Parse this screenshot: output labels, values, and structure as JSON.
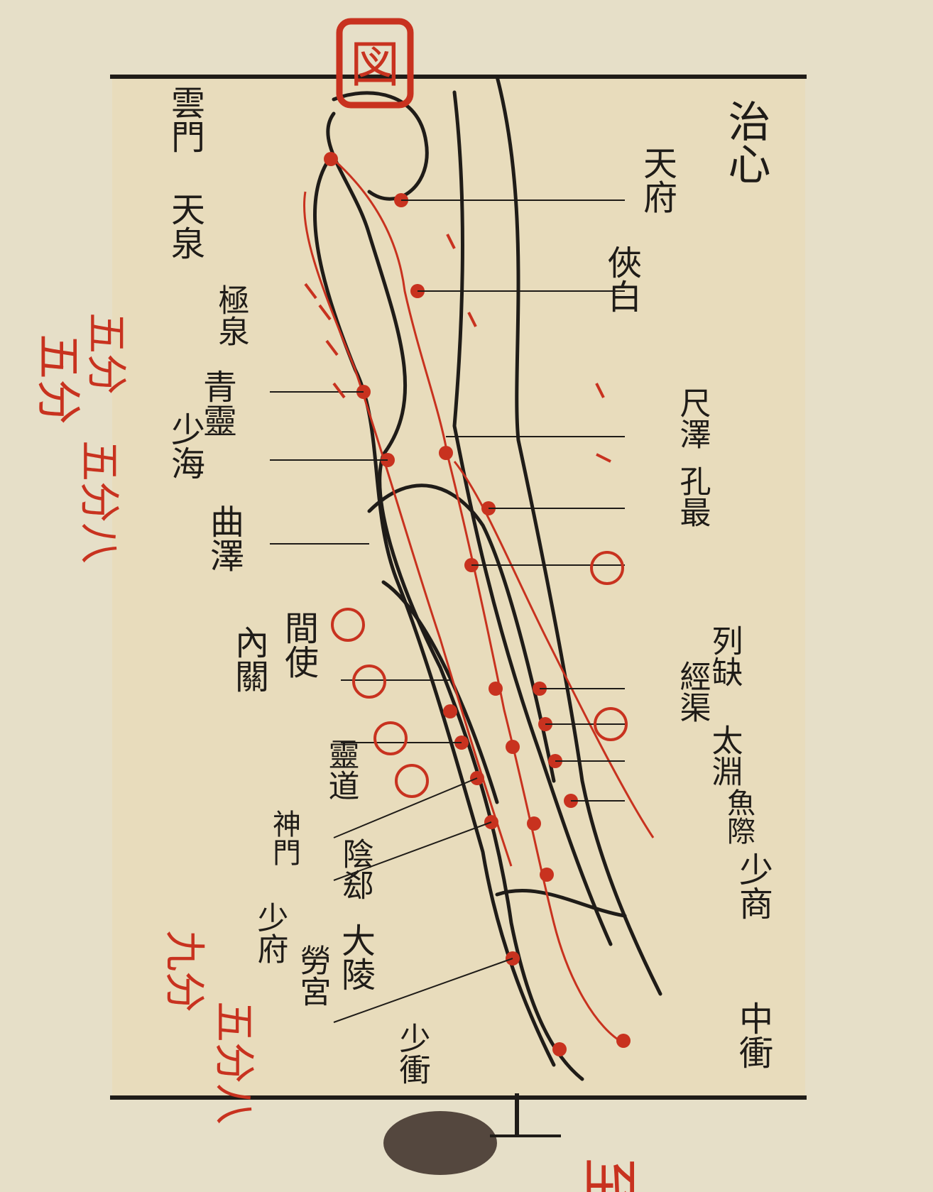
{
  "header": {
    "heading": "治心",
    "seal_mark": "図"
  },
  "upper_labels": [
    {
      "text": "天府"
    },
    {
      "text": "俠白"
    },
    {
      "text": "尺澤"
    },
    {
      "text": "孔最"
    },
    {
      "text": "列缺"
    },
    {
      "text": "經渠"
    },
    {
      "text": "太淵"
    },
    {
      "text": "魚際"
    },
    {
      "text": "少商"
    },
    {
      "text": "中衝"
    }
  ],
  "lower_labels": [
    {
      "text": "雲門"
    },
    {
      "text": "天泉"
    },
    {
      "text": "極泉"
    },
    {
      "text": "青靈"
    },
    {
      "text": "少海"
    },
    {
      "text": "曲澤"
    },
    {
      "text": "間使"
    },
    {
      "text": "內關"
    },
    {
      "text": "靈道"
    },
    {
      "text": "陰郄"
    },
    {
      "text": "神門"
    },
    {
      "text": "大陵"
    },
    {
      "text": "勞宮"
    },
    {
      "text": "少府"
    },
    {
      "text": "少衝"
    }
  ],
  "red_annotations": {
    "left_margin_1": "五分",
    "left_margin_2": "五分",
    "left_margin_3": "五分八",
    "left_margin_4": "九分",
    "left_margin_5": "五分八",
    "bottom_mark": "至"
  },
  "colors": {
    "paper": "#e6dfc8",
    "panel": "#e8dcbc",
    "ink": "#1f1c18",
    "vermilion": "#c8321f"
  }
}
